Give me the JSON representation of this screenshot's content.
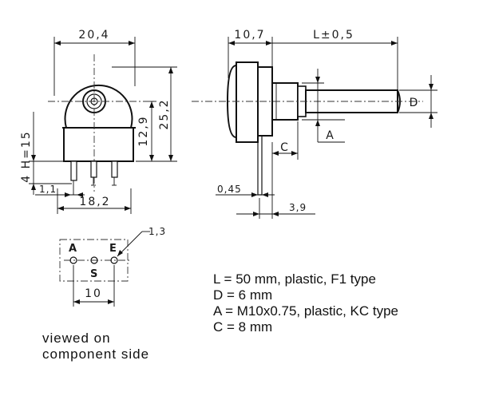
{
  "front_view": {
    "width": "20,4",
    "height": "25,2",
    "center_height": "12,9",
    "housing_h": "4 H=15",
    "pin_offset": "1,1",
    "pin_span": "18,2"
  },
  "side_view": {
    "body_depth": "10,7",
    "shaft_length": "L±0,5",
    "shaft_dia": "D",
    "bush": "C",
    "thread": "A",
    "lug_thickness": "0,45",
    "lug_offset": "3,9"
  },
  "pinout": {
    "pitch_label": "1,3",
    "pins": [
      "A",
      "S",
      "E"
    ],
    "spacing": "10"
  },
  "specs": [
    "L = 50 mm, plastic, F1 type",
    "D = 6 mm",
    "A = M10x0.75, plastic, KC type",
    "C = 8 mm"
  ],
  "note": [
    "viewed on",
    "component side"
  ]
}
